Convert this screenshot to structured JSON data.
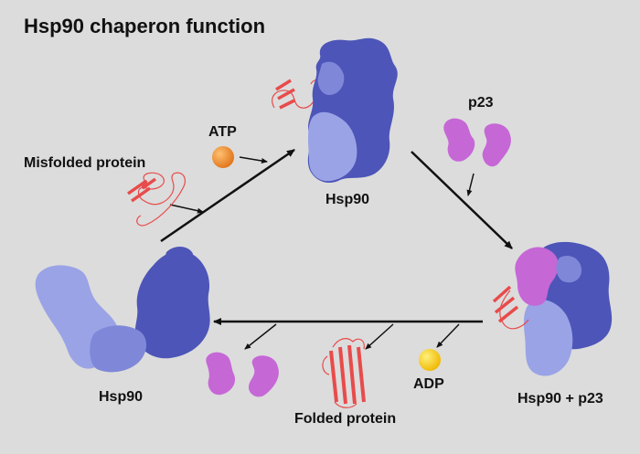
{
  "title": "Hsp90 chaperon function",
  "labels": {
    "misfolded_protein": "Misfolded protein",
    "atp": "ATP",
    "hsp90_top": "Hsp90",
    "p23": "p23",
    "hsp90_p23": "Hsp90 + p23",
    "adp": "ADP",
    "folded_protein": "Folded protein",
    "hsp90_left": "Hsp90"
  },
  "colors": {
    "background": "#dcdcdc",
    "hsp90_dark": "#4d55b8",
    "hsp90_light": "#9aa3e6",
    "p23": "#c667d6",
    "protein": "#e84b4b",
    "atp": "#f08a1c",
    "adp": "#f5c400",
    "arrow": "#111111"
  }
}
